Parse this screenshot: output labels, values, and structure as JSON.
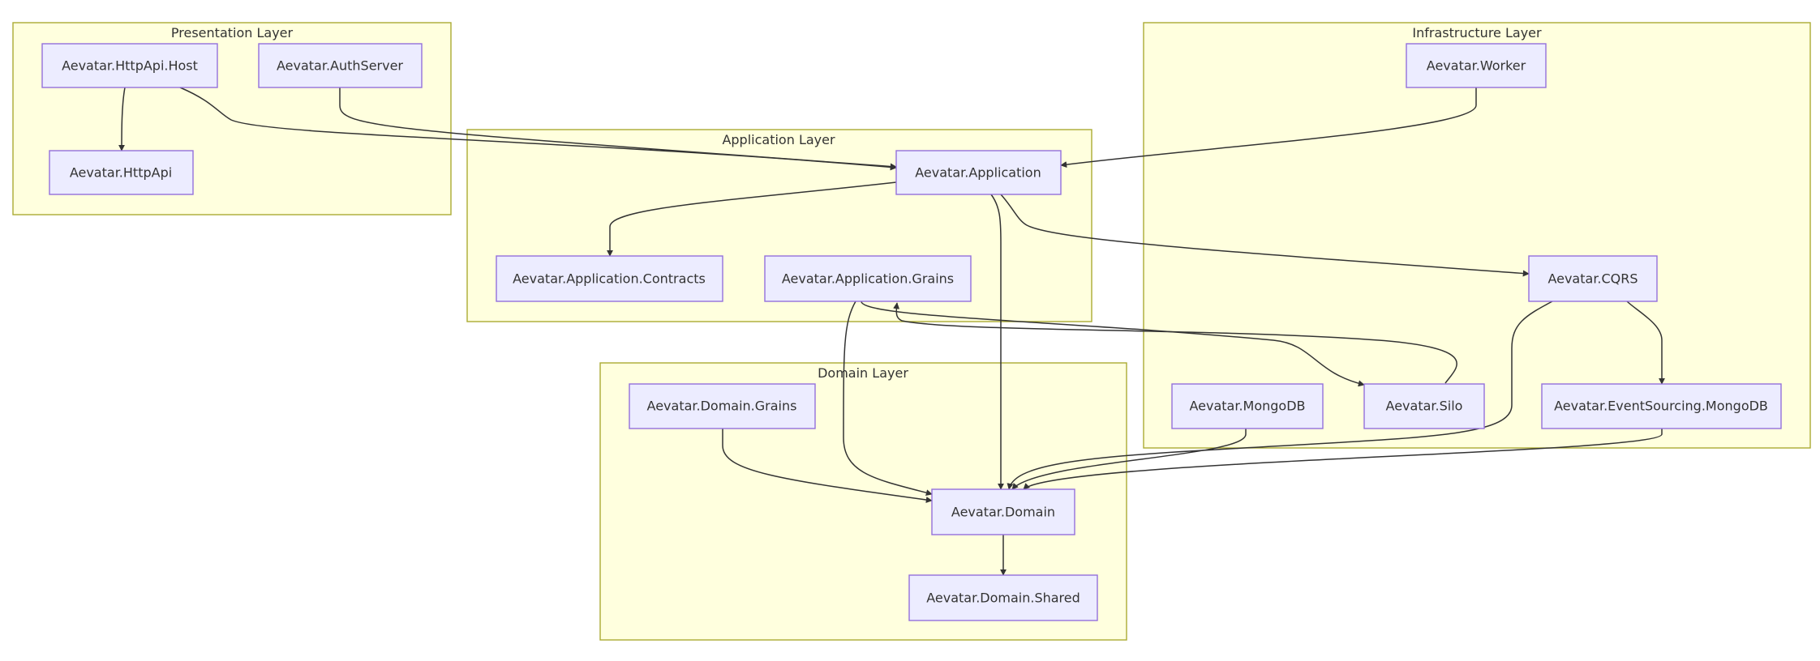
{
  "layers": {
    "presentation": "Presentation Layer",
    "application": "Application Layer",
    "domain": "Domain Layer",
    "infrastructure": "Infrastructure Layer"
  },
  "nodes": {
    "httpapi_host": "Aevatar.HttpApi.Host",
    "authserver": "Aevatar.AuthServer",
    "httpapi": "Aevatar.HttpApi",
    "application": "Aevatar.Application",
    "application_contracts": "Aevatar.Application.Contracts",
    "application_grains": "Aevatar.Application.Grains",
    "domain_grains": "Aevatar.Domain.Grains",
    "domain": "Aevatar.Domain",
    "domain_shared": "Aevatar.Domain.Shared",
    "worker": "Aevatar.Worker",
    "cqrs": "Aevatar.CQRS",
    "mongodb": "Aevatar.MongoDB",
    "silo": "Aevatar.Silo",
    "eventsourcing_mongodb": "Aevatar.EventSourcing.MongoDB"
  },
  "edges": [
    {
      "from": "httpapi_host",
      "to": "httpapi"
    },
    {
      "from": "httpapi_host",
      "to": "application"
    },
    {
      "from": "authserver",
      "to": "application"
    },
    {
      "from": "worker",
      "to": "application"
    },
    {
      "from": "application",
      "to": "application_contracts"
    },
    {
      "from": "application",
      "to": "cqrs"
    },
    {
      "from": "application",
      "to": "domain"
    },
    {
      "from": "application_grains",
      "to": "silo"
    },
    {
      "from": "silo",
      "to": "application_grains"
    },
    {
      "from": "application_grains",
      "to": "domain"
    },
    {
      "from": "domain_grains",
      "to": "domain"
    },
    {
      "from": "cqrs",
      "to": "eventsourcing_mongodb"
    },
    {
      "from": "cqrs",
      "to": "domain"
    },
    {
      "from": "mongodb",
      "to": "domain"
    },
    {
      "from": "eventsourcing_mongodb",
      "to": "domain"
    },
    {
      "from": "domain",
      "to": "domain_shared"
    }
  ]
}
